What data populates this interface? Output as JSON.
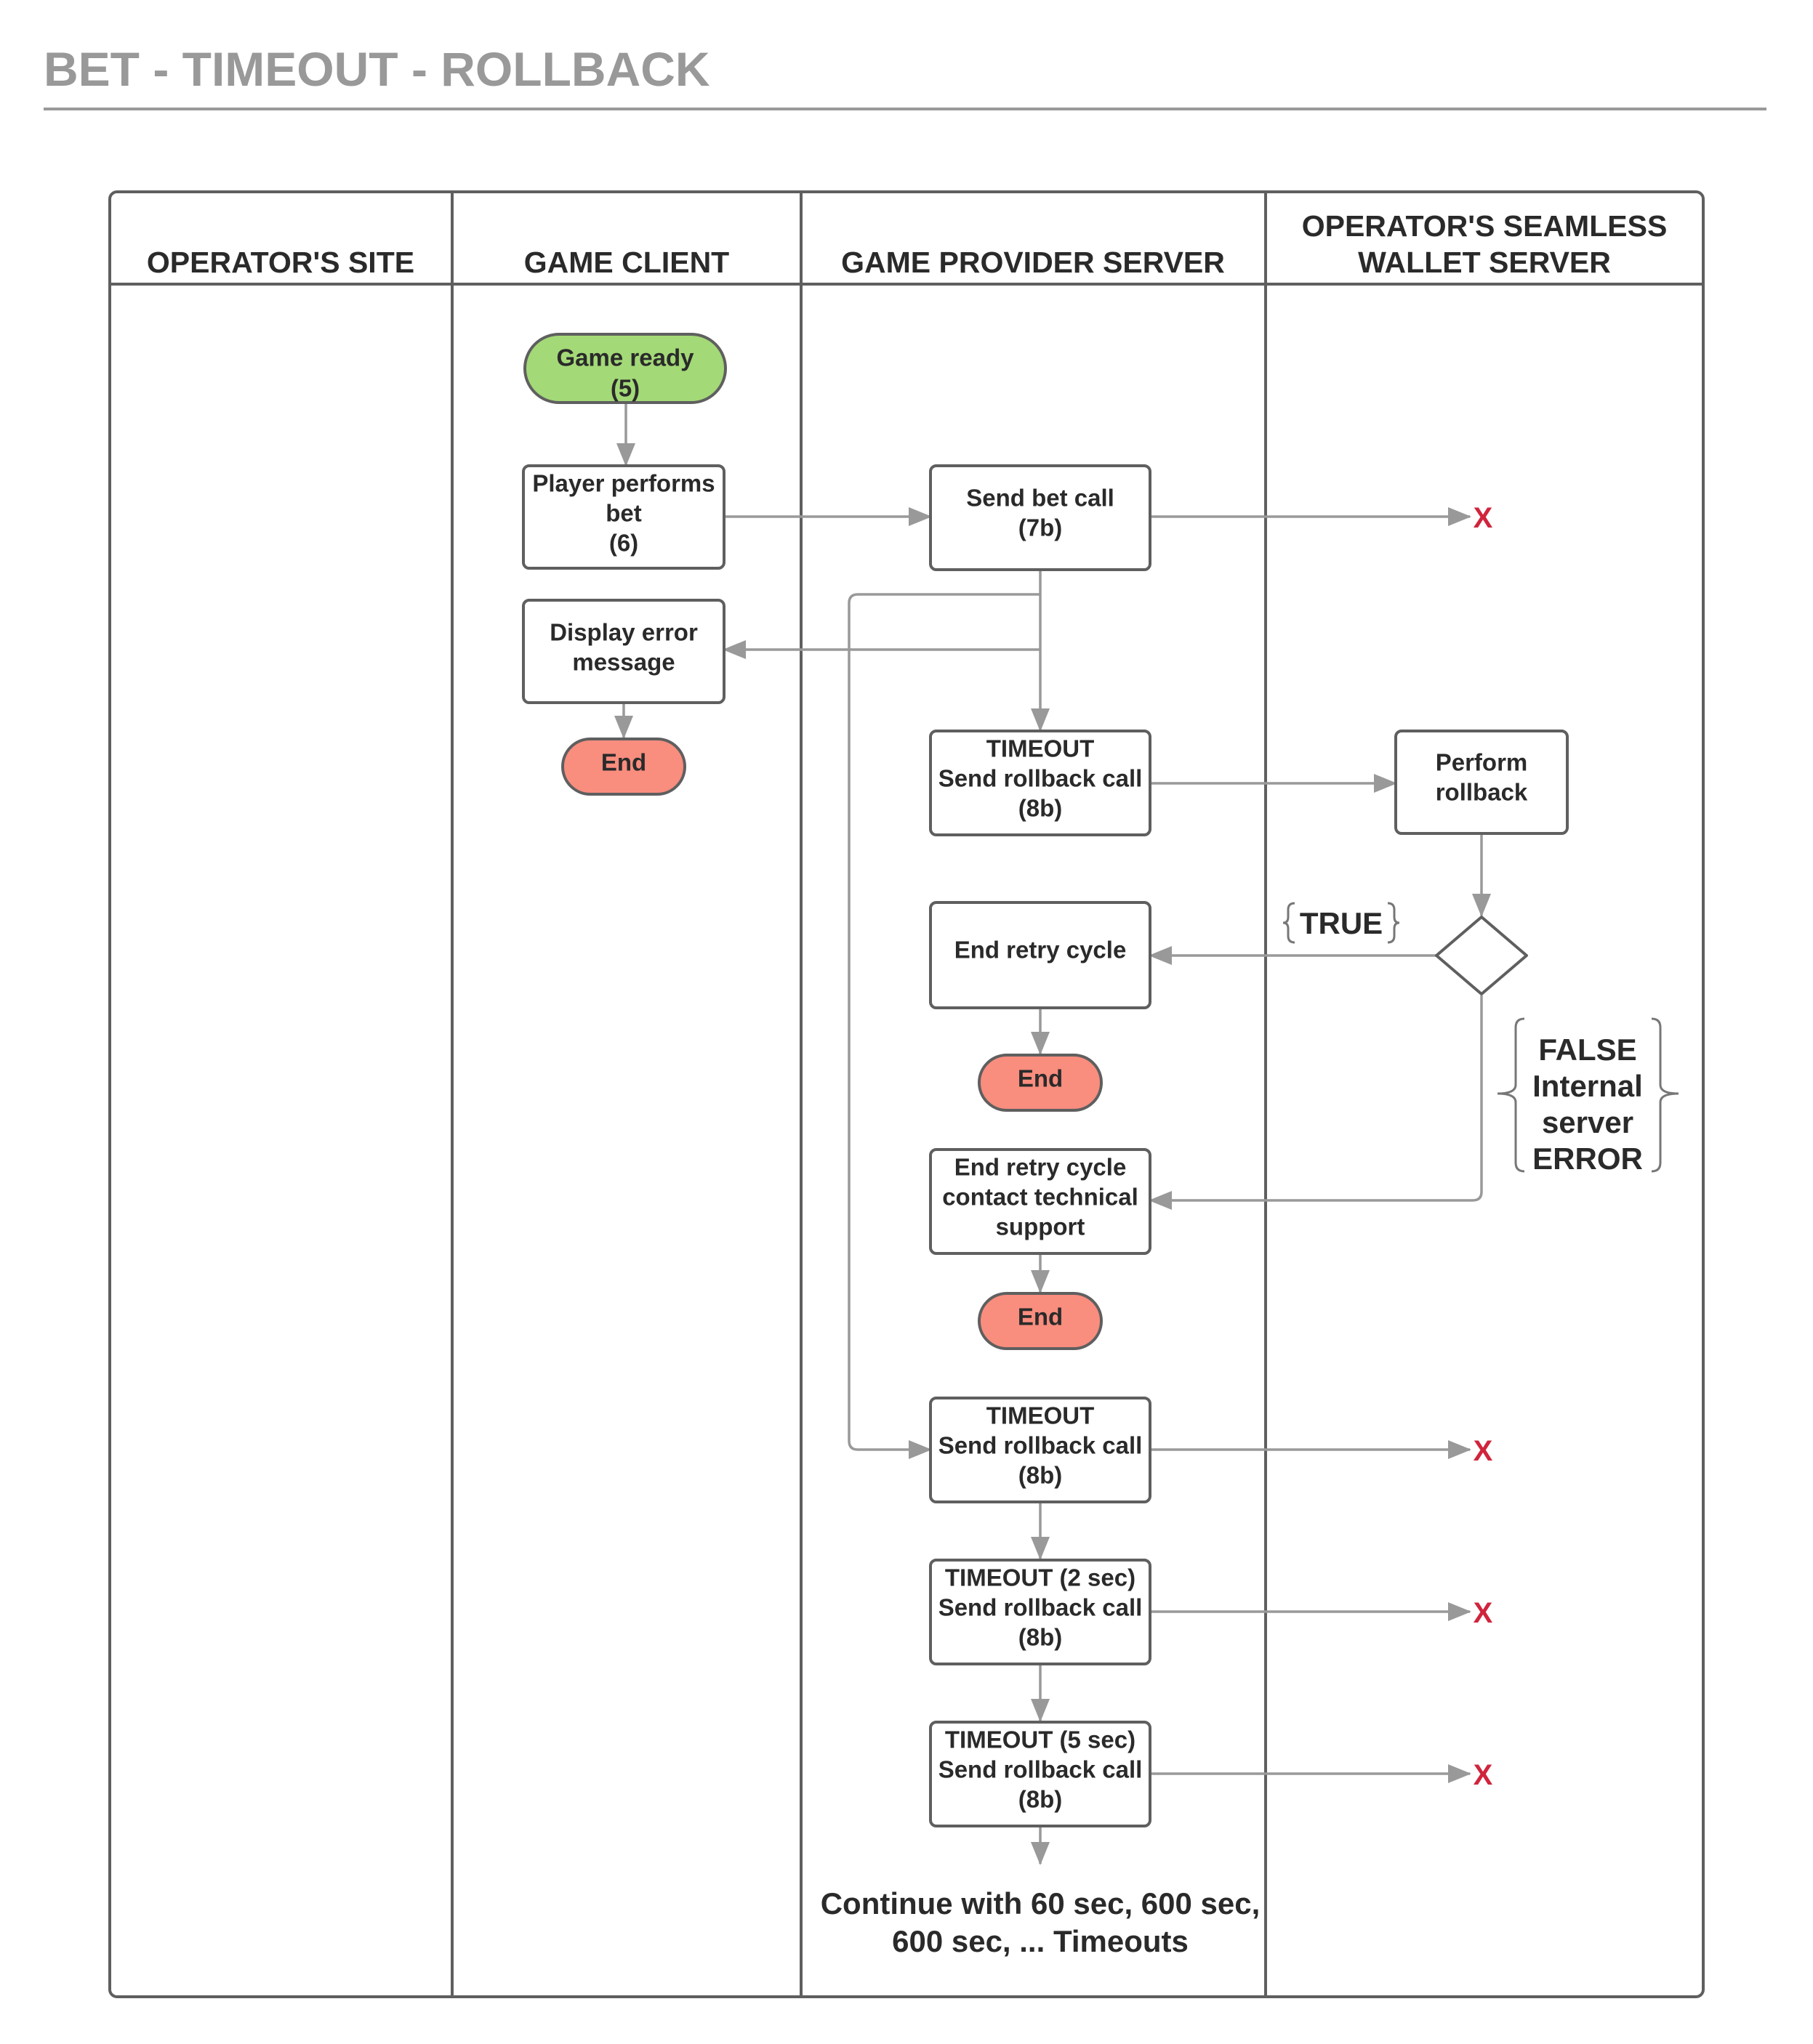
{
  "title": "BET - TIMEOUT - ROLLBACK",
  "lanes": {
    "operator_site": "OPERATOR'S SITE",
    "game_client": "GAME CLIENT",
    "game_provider_server": "GAME PROVIDER SERVER",
    "wallet_line1": "OPERATOR'S SEAMLESS",
    "wallet_line2": "WALLET SERVER"
  },
  "nodes": {
    "game_ready": [
      "Game ready",
      "(5)"
    ],
    "player_bet": [
      "Player performs",
      "bet",
      "(6)"
    ],
    "display_error": [
      "Display error",
      "message"
    ],
    "end_client": [
      "End"
    ],
    "send_bet": [
      "Send bet call",
      "(7b)"
    ],
    "timeout_rollback_1": [
      "TIMEOUT",
      "Send rollback call",
      "(8b)"
    ],
    "perform_rollback": [
      "Perform",
      "rollback"
    ],
    "end_retry_cycle": [
      "End retry cycle"
    ],
    "end_server_1": [
      "End"
    ],
    "end_retry_support": [
      "End retry cycle",
      "contact technical",
      "support"
    ],
    "end_server_2": [
      "End"
    ],
    "timeout_rollback_2": [
      "TIMEOUT",
      "Send rollback call",
      "(8b)"
    ],
    "timeout_rollback_3": [
      "TIMEOUT (2 sec)",
      "Send rollback call",
      "(8b)"
    ],
    "timeout_rollback_4": [
      "TIMEOUT (5 sec)",
      "Send rollback call",
      "(8b)"
    ]
  },
  "labels": {
    "true_branch": "TRUE",
    "false_branch": [
      "FALSE",
      "Internal",
      "server",
      "ERROR"
    ],
    "fail_marker": "X",
    "continue_note": [
      "Continue with 60 sec, 600 sec,",
      "600 sec, ... Timeouts"
    ]
  },
  "colors": {
    "title": "#999999",
    "start_fill": "#a3d977",
    "end_fill": "#f98d7e",
    "fail_marker": "#d0253d",
    "connector": "#999999",
    "border": "#5f5f5f"
  }
}
